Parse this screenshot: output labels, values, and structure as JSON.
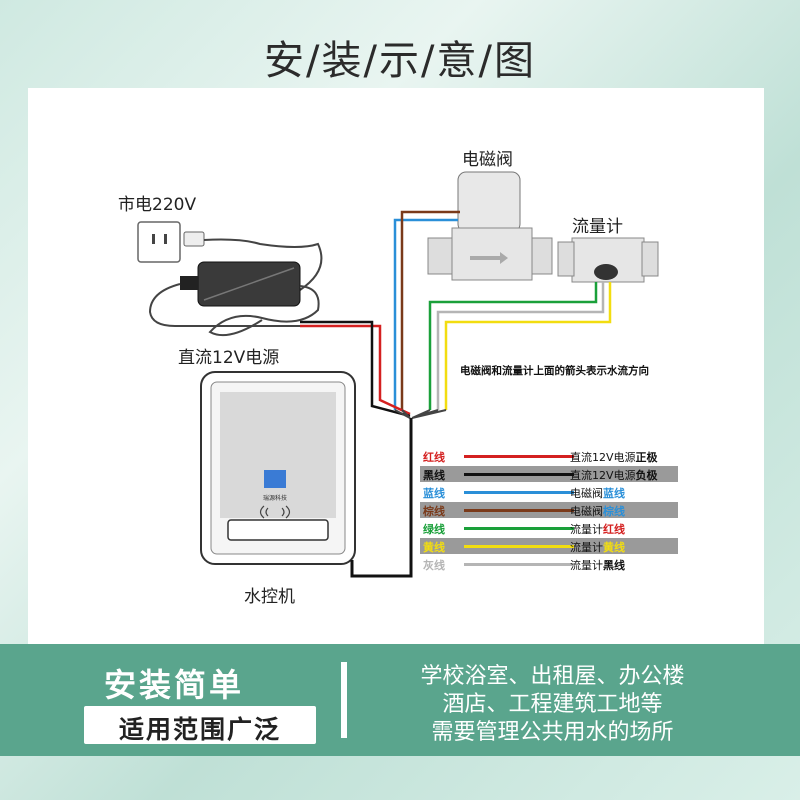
{
  "title": "安/装/示/意/图",
  "labels": {
    "mains": "市电220V",
    "power_supply": "直流12V电源",
    "solenoid_valve": "电磁阀",
    "flow_meter": "流量计",
    "controller": "水控机",
    "brand": "瑞源科技"
  },
  "note": "电磁阀和流量计上面的箭头表示水流方向",
  "legend": [
    {
      "color_name": "红线",
      "color": "#d42020",
      "desc": "直流12V电源",
      "emph": "正极",
      "emph_color": "#111111",
      "shade": false
    },
    {
      "color_name": "黑线",
      "color": "#111111",
      "desc": "直流12V电源",
      "emph": "负极",
      "emph_color": "#111111",
      "shade": true
    },
    {
      "color_name": "蓝线",
      "color": "#2a8fd8",
      "desc": "电磁阀",
      "emph": "蓝线",
      "emph_color": "#2a8fd8",
      "shade": false
    },
    {
      "color_name": "棕线",
      "color": "#7a3a1a",
      "desc": "电磁阀",
      "emph": "棕线",
      "emph_color": "#2a8fd8",
      "shade": true
    },
    {
      "color_name": "绿线",
      "color": "#1aa03a",
      "desc": "流量计",
      "emph": "红线",
      "emph_color": "#d42020",
      "shade": false
    },
    {
      "color_name": "黄线",
      "color": "#f2dd10",
      "desc": "流量计",
      "emph": "黄线",
      "emph_color": "#f2dd10",
      "shade": true
    },
    {
      "color_name": "灰线",
      "color": "#b5b5b5",
      "desc": "流量计",
      "emph": "黑线",
      "emph_color": "#111111",
      "shade": false
    }
  ],
  "bottom": {
    "headline": "安装简单",
    "scope": "适用范围广泛",
    "uses": [
      "学校浴室、出租屋、办公楼",
      "酒店、工程建筑工地等",
      "需要管理公共用水的场所"
    ]
  },
  "colors": {
    "accent": "#5aa58d",
    "red": "#d42020",
    "black": "#111111",
    "blue": "#2a8fd8",
    "brown": "#7a3a1a",
    "green": "#1aa03a",
    "yellow": "#f2dd10",
    "gray": "#b5b5b5"
  }
}
